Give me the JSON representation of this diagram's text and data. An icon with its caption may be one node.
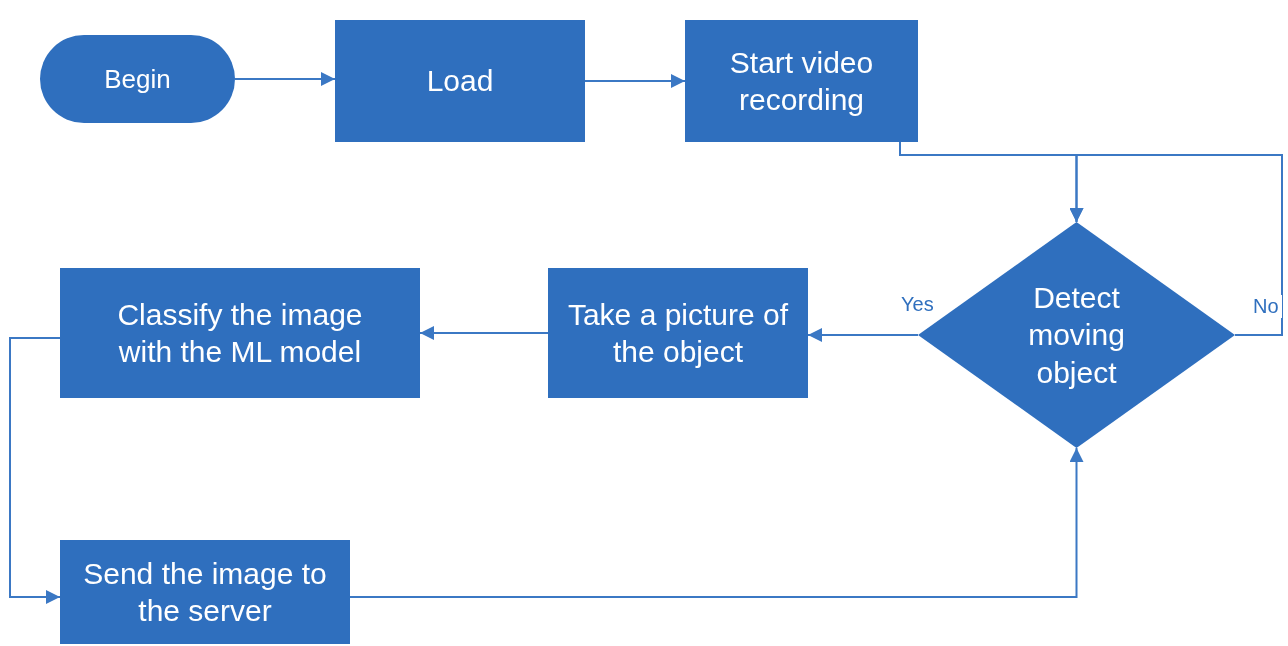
{
  "diagram": {
    "nodes": [
      {
        "text": [
          "Begin"
        ]
      },
      {
        "text": [
          "Load"
        ]
      },
      {
        "text": [
          "Start video recording"
        ]
      },
      {
        "text": [
          "Detect moving object"
        ]
      },
      {
        "text": [
          "Take a picture of the object"
        ]
      },
      {
        "text": [
          "Classify the image with the ML model"
        ]
      },
      {
        "text": [
          "Send the image to the server"
        ]
      }
    ],
    "edges": [
      {
        "from": 0,
        "to": 1,
        "arrow": "to"
      },
      {
        "from": 1,
        "to": 2,
        "arrow": "to"
      },
      {
        "from": 2,
        "to": 3,
        "arrow": "to"
      },
      {
        "from": 3,
        "to": 3,
        "arrow": "to",
        "label": "No"
      },
      {
        "from": 3,
        "to": 4,
        "arrow": "to",
        "label": "Yes"
      },
      {
        "from": 4,
        "to": 5,
        "arrow": "to"
      },
      {
        "from": 5,
        "to": 6,
        "arrow": "to"
      },
      {
        "from": 6,
        "to": 3,
        "arrow": "to"
      }
    ]
  }
}
